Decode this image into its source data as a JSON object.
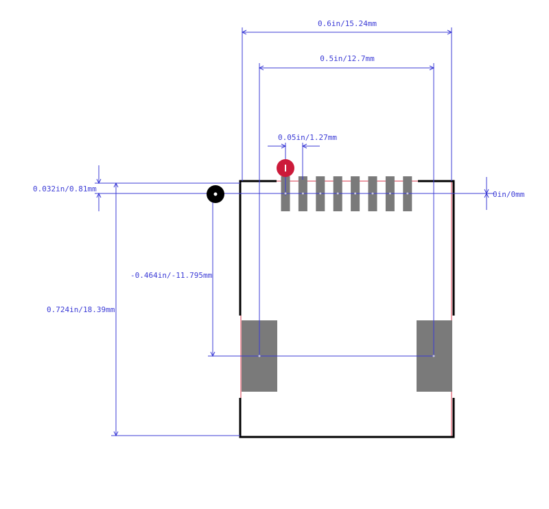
{
  "colors": {
    "dimension": "#3b3bd6",
    "outline": "#000000",
    "courtyard": "#d9364a",
    "pad": "#7a7a7a",
    "pin1_marker": "#cc1a3a",
    "origin_marker": "#000000"
  },
  "dimensions": {
    "overall_width": "0.6in/15.24mm",
    "mount_span": "0.5in/12.7mm",
    "pin_pitch": "0.05in/1.27mm",
    "top_offset": "0.032in/0.81mm",
    "origin_offset": "0in/0mm",
    "mount_vertical": "-0.464in/-11.795mm",
    "overall_height": "0.724in/18.39mm"
  },
  "pads": {
    "signal_count": 8,
    "mounting_count": 2
  }
}
